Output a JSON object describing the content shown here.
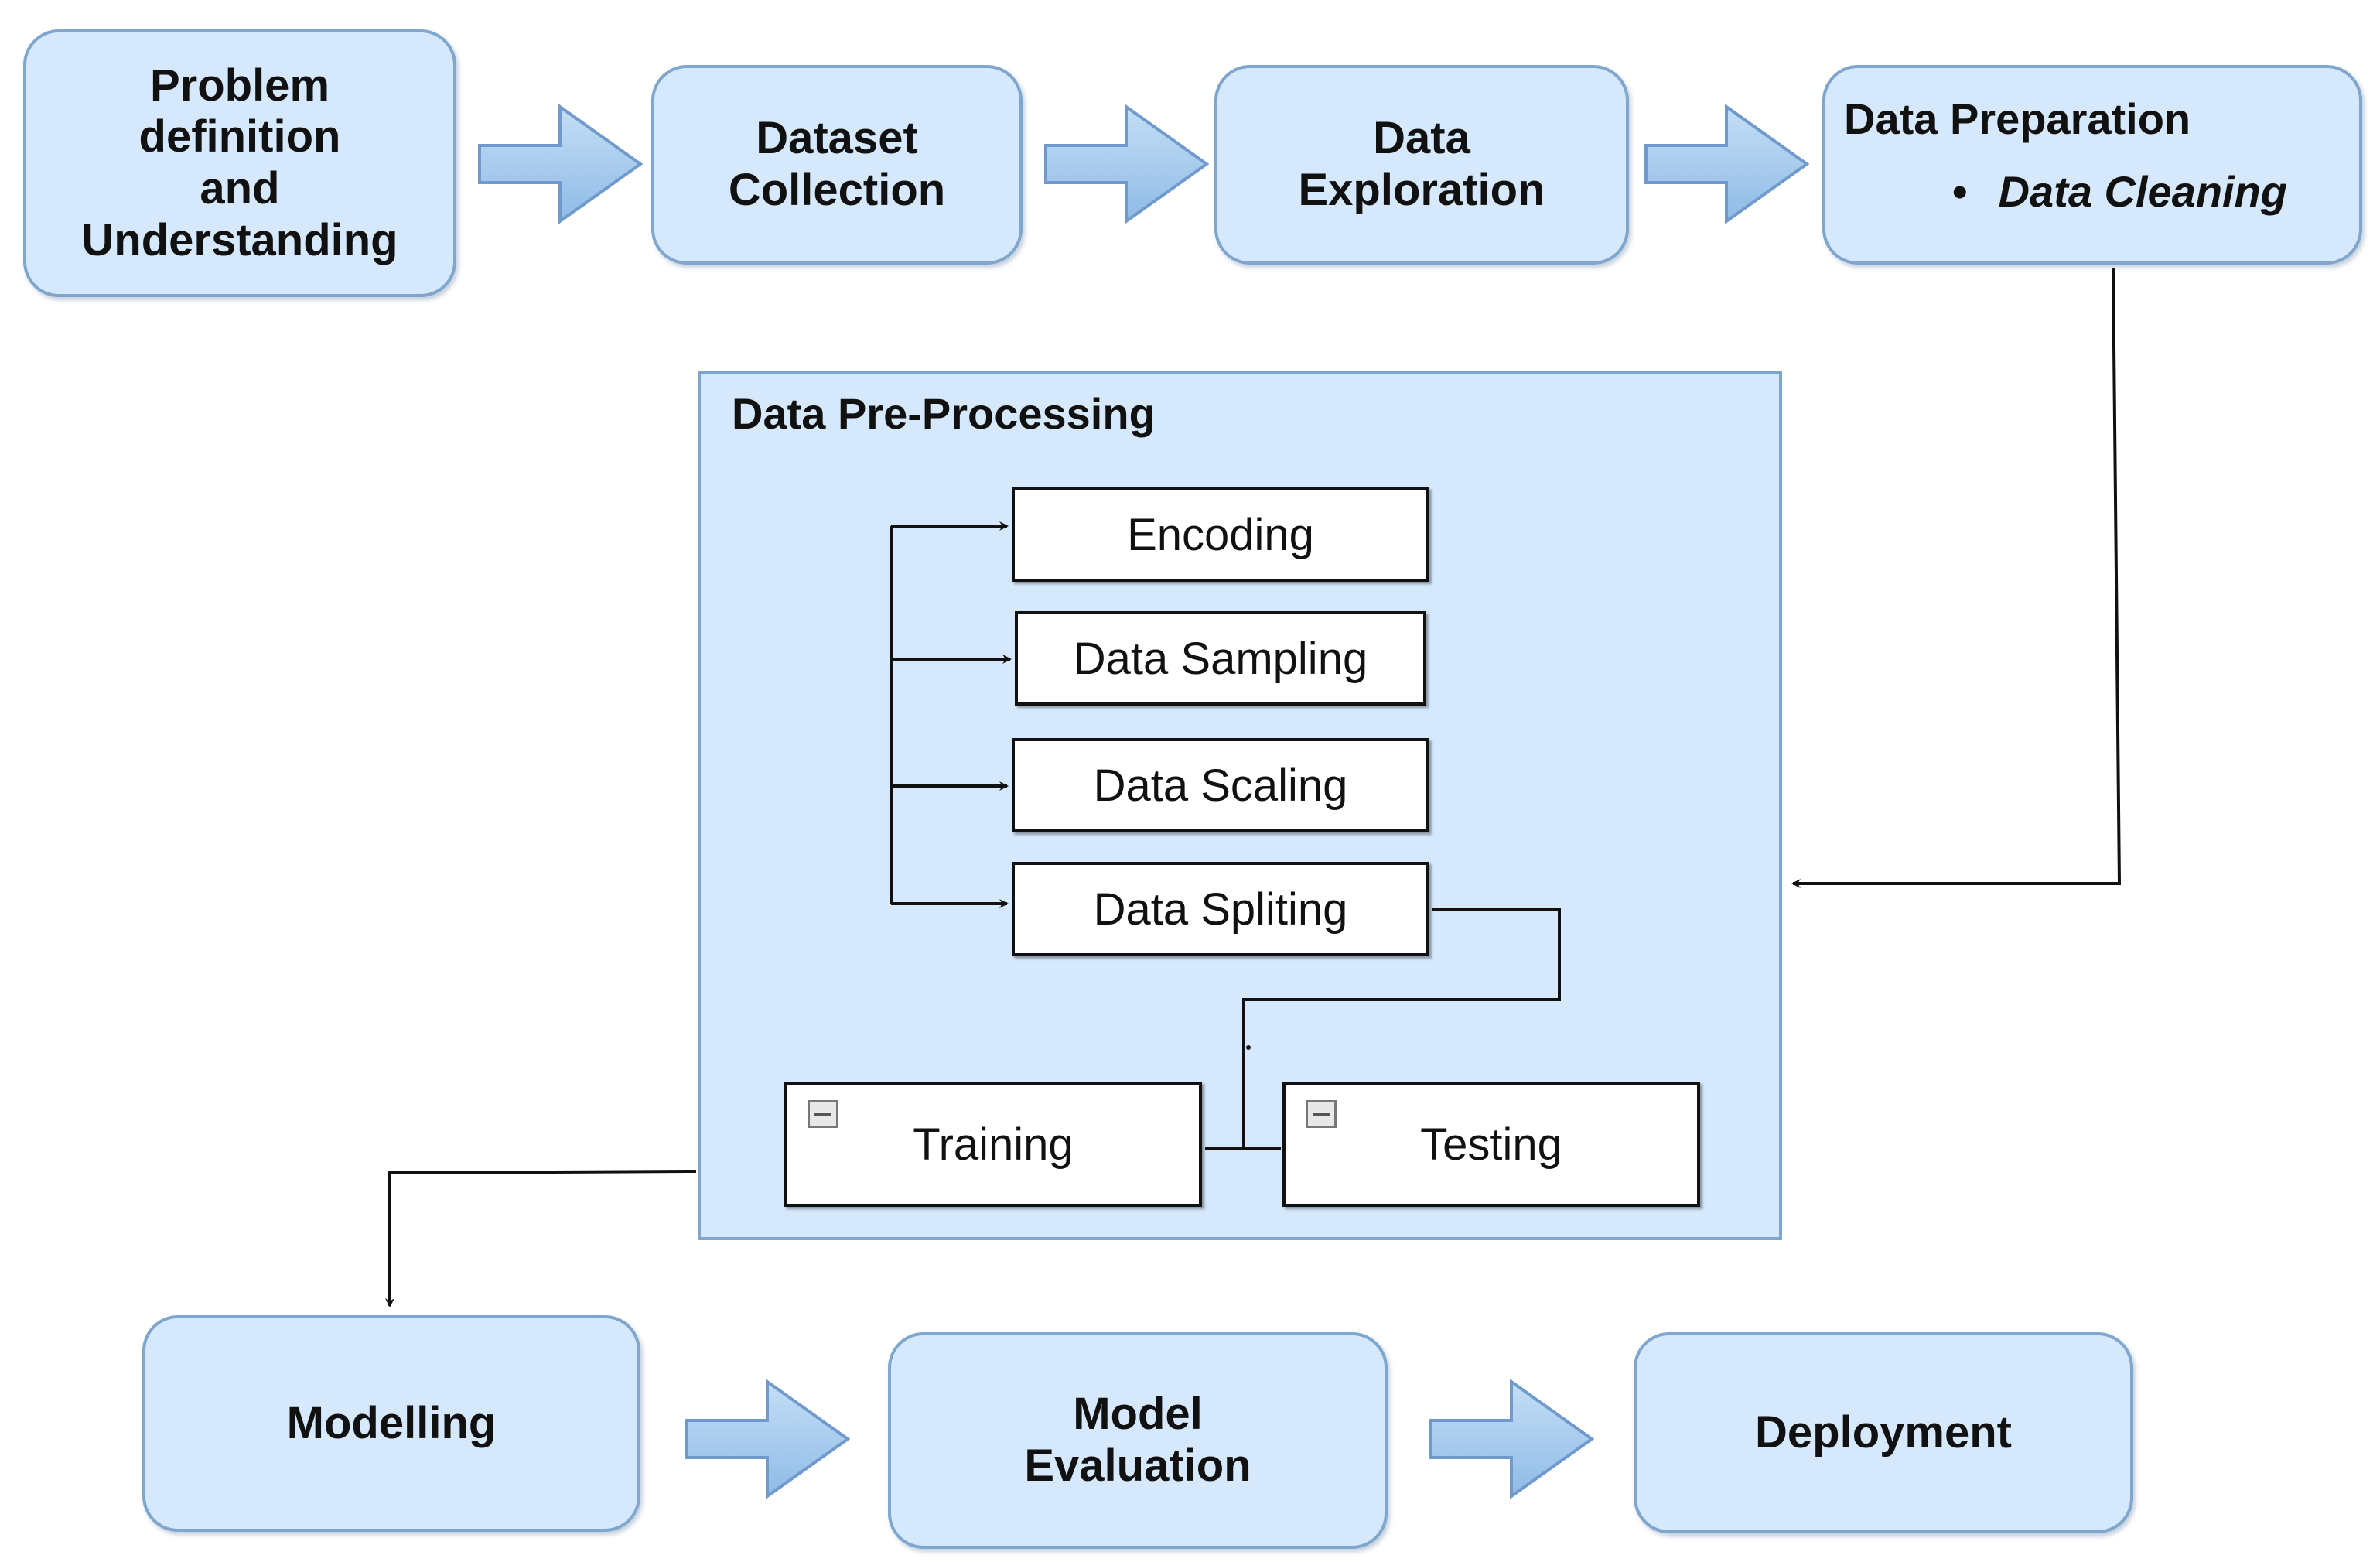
{
  "stages": {
    "problem": "Problem\ndefinition\nand\nUnderstanding",
    "dataset": "Dataset\nCollection",
    "exploration": "Data\nExploration",
    "preparation": {
      "title": "Data Preparation",
      "bullet": "Data Cleaning"
    },
    "modelling": "Modelling",
    "evaluation": "Model\nEvaluation",
    "deployment": "Deployment"
  },
  "preprocessing": {
    "title": "Data Pre-Processing",
    "steps": [
      "Encoding",
      "Data Sampling",
      "Data Scaling",
      "Data Spliting"
    ],
    "splits": [
      "Training",
      "Testing"
    ]
  },
  "colors": {
    "stage_fill": "#d5e8fc",
    "stage_border": "#7fa6cc",
    "arrow_fill": "#a9cdf0",
    "line": "#111111"
  },
  "icons": {
    "block_arrow": "right-block-arrow-icon",
    "collapse": "collapse-minus-icon"
  }
}
